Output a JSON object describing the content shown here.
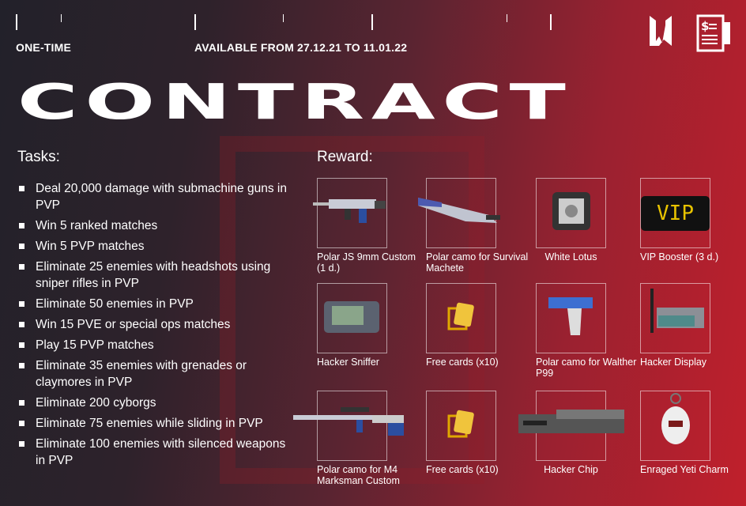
{
  "header": {
    "type": "ONE-TIME",
    "availability": "AVAILABLE FROM 27.12.21 TO 11.01.22",
    "title": "CONTRACT"
  },
  "tasks": {
    "heading": "Tasks:",
    "items": [
      "Deal 20,000 damage with submachine guns in PVP",
      "Win 5 ranked matches",
      "Win 5 PVP matches",
      "Eliminate 25 enemies with headshots using sniper rifles in PVP",
      "Eliminate 50 enemies in PVP",
      "Win 15 PVE or special ops matches",
      "Play 15 PVP matches",
      "Eliminate 35 enemies with grenades or claymores in PVP",
      "Eliminate 200 cyborgs",
      "Eliminate 75 enemies while sliding in PVP",
      "Eliminate 100 enemies with silenced weapons in PVP"
    ]
  },
  "reward": {
    "heading": "Reward:",
    "items": [
      {
        "label": "Polar JS 9mm Custom (1 d.)",
        "icon": "smg-icon"
      },
      {
        "label": "Polar camo for Survival Machete",
        "icon": "machete-icon"
      },
      {
        "label": "White Lotus",
        "icon": "box-icon"
      },
      {
        "label": "VIP Booster (3 d.)",
        "icon": "vip-icon",
        "text": "VIP"
      },
      {
        "label": "Hacker Sniffer",
        "icon": "sniffer-icon"
      },
      {
        "label": "Free cards (x10)",
        "icon": "cards-icon"
      },
      {
        "label": "Polar camo for Walther P99",
        "icon": "pistol-icon"
      },
      {
        "label": "Hacker Display",
        "icon": "display-icon"
      },
      {
        "label": "Polar camo for M4 Marksman Custom",
        "icon": "rifle-icon"
      },
      {
        "label": "Free cards (x10)",
        "icon": "cards-icon"
      },
      {
        "label": "Hacker Chip",
        "icon": "chip-icon"
      },
      {
        "label": "Enraged Yeti Charm",
        "icon": "charm-icon"
      }
    ]
  }
}
